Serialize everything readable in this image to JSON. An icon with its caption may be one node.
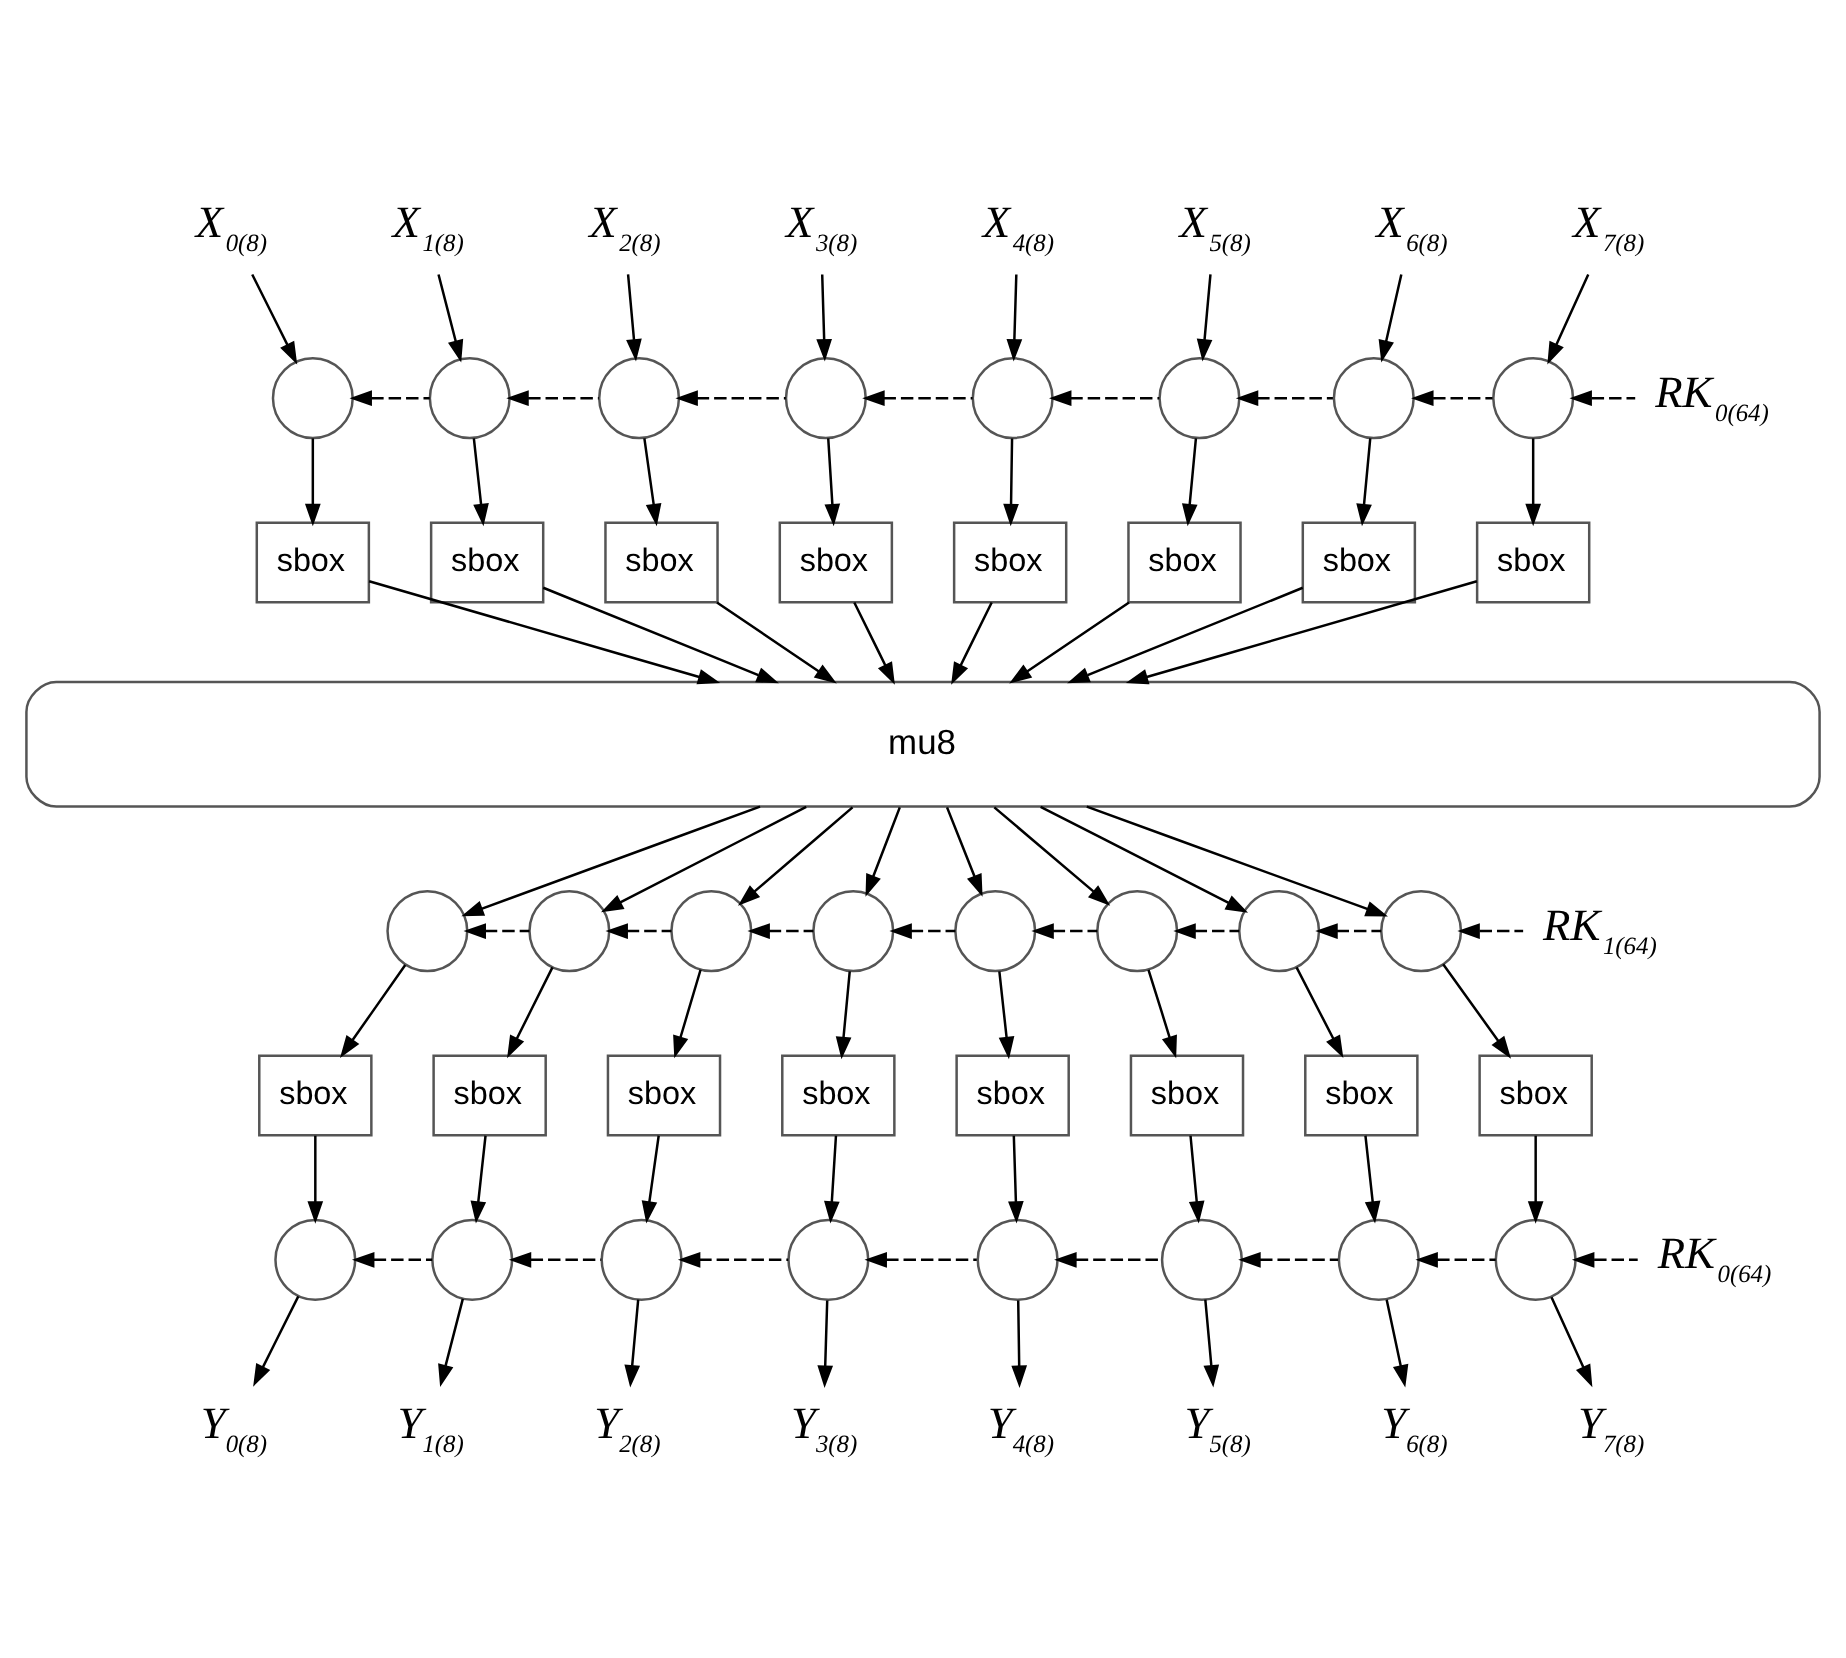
{
  "diagram": {
    "nodes": [
      {
        "text": [
          "X$_{0(8)}$"
        ]
      },
      {
        "text": [
          "X$_{1(8)}$"
        ]
      },
      {
        "text": [
          "X$_{2(8)}$"
        ]
      },
      {
        "text": [
          "X$_{3(8)}$"
        ]
      },
      {
        "text": [
          "X$_{4(8)}$"
        ]
      },
      {
        "text": [
          "X$_{5(8)}$"
        ]
      },
      {
        "text": [
          "X$_{6(8)}$"
        ]
      },
      {
        "text": [
          "X$_{7(8)}$"
        ]
      },
      {
        "text": [],
        "shape": "circle"
      },
      {
        "text": [],
        "shape": "circle"
      },
      {
        "text": [],
        "shape": "circle"
      },
      {
        "text": [],
        "shape": "circle"
      },
      {
        "text": [],
        "shape": "circle"
      },
      {
        "text": [],
        "shape": "circle"
      },
      {
        "text": [],
        "shape": "circle"
      },
      {
        "text": [],
        "shape": "circle"
      },
      {
        "text": [
          "RK$_{0(64)}$"
        ]
      },
      {
        "text": [
          "sbox"
        ]
      },
      {
        "text": [
          "sbox"
        ]
      },
      {
        "text": [
          "sbox"
        ]
      },
      {
        "text": [
          "sbox"
        ]
      },
      {
        "text": [
          "sbox"
        ]
      },
      {
        "text": [
          "sbox"
        ]
      },
      {
        "text": [
          "sbox"
        ]
      },
      {
        "text": [
          "sbox"
        ]
      },
      {
        "text": [
          "mu8"
        ]
      },
      {
        "text": [],
        "shape": "circle"
      },
      {
        "text": [],
        "shape": "circle"
      },
      {
        "text": [],
        "shape": "circle"
      },
      {
        "text": [],
        "shape": "circle"
      },
      {
        "text": [],
        "shape": "circle"
      },
      {
        "text": [],
        "shape": "circle"
      },
      {
        "text": [],
        "shape": "circle"
      },
      {
        "text": [],
        "shape": "circle"
      },
      {
        "text": [
          "RK$_{1(64)}$"
        ]
      },
      {
        "text": [
          "sbox"
        ]
      },
      {
        "text": [
          "sbox"
        ]
      },
      {
        "text": [
          "sbox"
        ]
      },
      {
        "text": [
          "sbox"
        ]
      },
      {
        "text": [
          "sbox"
        ]
      },
      {
        "text": [
          "sbox"
        ]
      },
      {
        "text": [
          "sbox"
        ]
      },
      {
        "text": [
          "sbox"
        ]
      },
      {
        "text": [],
        "shape": "circle"
      },
      {
        "text": [],
        "shape": "circle"
      },
      {
        "text": [],
        "shape": "circle"
      },
      {
        "text": [],
        "shape": "circle"
      },
      {
        "text": [],
        "shape": "circle"
      },
      {
        "text": [],
        "shape": "circle"
      },
      {
        "text": [],
        "shape": "circle"
      },
      {
        "text": [],
        "shape": "circle"
      },
      {
        "text": [
          "RK$_{0(64)}$"
        ]
      },
      {
        "text": [
          "Y$_{0(8)}$"
        ]
      },
      {
        "text": [
          "Y$_{1(8)}$"
        ]
      },
      {
        "text": [
          "Y$_{2(8)}$"
        ]
      },
      {
        "text": [
          "Y$_{3(8)}$"
        ]
      },
      {
        "text": [
          "Y$_{4(8)}$"
        ]
      },
      {
        "text": [
          "Y$_{5(8)}$"
        ]
      },
      {
        "text": [
          "Y$_{6(8)}$"
        ]
      },
      {
        "text": [
          "Y$_{7(8)}$"
        ]
      }
    ],
    "edges": [
      {
        "from": 0,
        "to": 8,
        "arrow": "to"
      },
      {
        "from": 1,
        "to": 9,
        "arrow": "to"
      },
      {
        "from": 2,
        "to": 10,
        "arrow": "to"
      },
      {
        "from": 3,
        "to": 11,
        "arrow": "to"
      },
      {
        "from": 4,
        "to": 12,
        "arrow": "to"
      },
      {
        "from": 5,
        "to": 13,
        "arrow": "to"
      },
      {
        "from": 6,
        "to": 14,
        "arrow": "to"
      },
      {
        "from": 7,
        "to": 15,
        "arrow": "to"
      },
      {
        "from": 16,
        "to": 15,
        "arrow": "to",
        "style": "dashed"
      },
      {
        "from": 15,
        "to": 14,
        "arrow": "to",
        "style": "dashed"
      },
      {
        "from": 14,
        "to": 13,
        "arrow": "to",
        "style": "dashed"
      },
      {
        "from": 13,
        "to": 12,
        "arrow": "to",
        "style": "dashed"
      },
      {
        "from": 12,
        "to": 11,
        "arrow": "to",
        "style": "dashed"
      },
      {
        "from": 11,
        "to": 10,
        "arrow": "to",
        "style": "dashed"
      },
      {
        "from": 10,
        "to": 9,
        "arrow": "to",
        "style": "dashed"
      },
      {
        "from": 9,
        "to": 8,
        "arrow": "to",
        "style": "dashed"
      },
      {
        "from": 8,
        "to": 17,
        "arrow": "to"
      },
      {
        "from": 9,
        "to": 18,
        "arrow": "to"
      },
      {
        "from": 10,
        "to": 19,
        "arrow": "to"
      },
      {
        "from": 11,
        "to": 20,
        "arrow": "to"
      },
      {
        "from": 12,
        "to": 21,
        "arrow": "to"
      },
      {
        "from": 13,
        "to": 22,
        "arrow": "to"
      },
      {
        "from": 14,
        "to": 23,
        "arrow": "to"
      },
      {
        "from": 15,
        "to": 24,
        "arrow": "to"
      },
      {
        "from": 17,
        "to": 25,
        "arrow": "to"
      },
      {
        "from": 18,
        "to": 25,
        "arrow": "to"
      },
      {
        "from": 19,
        "to": 25,
        "arrow": "to"
      },
      {
        "from": 20,
        "to": 25,
        "arrow": "to"
      },
      {
        "from": 21,
        "to": 25,
        "arrow": "to"
      },
      {
        "from": 22,
        "to": 25,
        "arrow": "to"
      },
      {
        "from": 23,
        "to": 25,
        "arrow": "to"
      },
      {
        "from": 24,
        "to": 25,
        "arrow": "to"
      },
      {
        "from": 25,
        "to": 26,
        "arrow": "to"
      },
      {
        "from": 25,
        "to": 27,
        "arrow": "to"
      },
      {
        "from": 25,
        "to": 28,
        "arrow": "to"
      },
      {
        "from": 25,
        "to": 29,
        "arrow": "to"
      },
      {
        "from": 25,
        "to": 30,
        "arrow": "to"
      },
      {
        "from": 25,
        "to": 31,
        "arrow": "to"
      },
      {
        "from": 25,
        "to": 32,
        "arrow": "to"
      },
      {
        "from": 25,
        "to": 33,
        "arrow": "to"
      },
      {
        "from": 34,
        "to": 33,
        "arrow": "to",
        "style": "dashed"
      },
      {
        "from": 33,
        "to": 32,
        "arrow": "to",
        "style": "dashed"
      },
      {
        "from": 32,
        "to": 31,
        "arrow": "to",
        "style": "dashed"
      },
      {
        "from": 31,
        "to": 30,
        "arrow": "to",
        "style": "dashed"
      },
      {
        "from": 30,
        "to": 29,
        "arrow": "to",
        "style": "dashed"
      },
      {
        "from": 29,
        "to": 28,
        "arrow": "to",
        "style": "dashed"
      },
      {
        "from": 28,
        "to": 27,
        "arrow": "to",
        "style": "dashed"
      },
      {
        "from": 27,
        "to": 26,
        "arrow": "to",
        "style": "dashed"
      },
      {
        "from": 26,
        "to": 35,
        "arrow": "to"
      },
      {
        "from": 27,
        "to": 36,
        "arrow": "to"
      },
      {
        "from": 28,
        "to": 37,
        "arrow": "to"
      },
      {
        "from": 29,
        "to": 38,
        "arrow": "to"
      },
      {
        "from": 30,
        "to": 39,
        "arrow": "to"
      },
      {
        "from": 31,
        "to": 40,
        "arrow": "to"
      },
      {
        "from": 32,
        "to": 41,
        "arrow": "to"
      },
      {
        "from": 33,
        "to": 42,
        "arrow": "to"
      },
      {
        "from": 35,
        "to": 43,
        "arrow": "to"
      },
      {
        "from": 36,
        "to": 44,
        "arrow": "to"
      },
      {
        "from": 37,
        "to": 45,
        "arrow": "to"
      },
      {
        "from": 38,
        "to": 46,
        "arrow": "to"
      },
      {
        "from": 39,
        "to": 47,
        "arrow": "to"
      },
      {
        "from": 40,
        "to": 48,
        "arrow": "to"
      },
      {
        "from": 41,
        "to": 49,
        "arrow": "to"
      },
      {
        "from": 42,
        "to": 50,
        "arrow": "to"
      },
      {
        "from": 51,
        "to": 50,
        "arrow": "to",
        "style": "dashed"
      },
      {
        "from": 50,
        "to": 49,
        "arrow": "to",
        "style": "dashed"
      },
      {
        "from": 49,
        "to": 48,
        "arrow": "to",
        "style": "dashed"
      },
      {
        "from": 48,
        "to": 47,
        "arrow": "to",
        "style": "dashed"
      },
      {
        "from": 47,
        "to": 46,
        "arrow": "to",
        "style": "dashed"
      },
      {
        "from": 46,
        "to": 45,
        "arrow": "to",
        "style": "dashed"
      },
      {
        "from": 45,
        "to": 44,
        "arrow": "to",
        "style": "dashed"
      },
      {
        "from": 44,
        "to": 43,
        "arrow": "to",
        "style": "dashed"
      },
      {
        "from": 43,
        "to": 52,
        "arrow": "to"
      },
      {
        "from": 44,
        "to": 53,
        "arrow": "to"
      },
      {
        "from": 45,
        "to": 54,
        "arrow": "to"
      },
      {
        "from": 46,
        "to": 55,
        "arrow": "to"
      },
      {
        "from": 47,
        "to": 56,
        "arrow": "to"
      },
      {
        "from": 48,
        "to": 57,
        "arrow": "to"
      },
      {
        "from": 49,
        "to": 58,
        "arrow": "to"
      },
      {
        "from": 50,
        "to": 59,
        "arrow": "to"
      }
    ]
  }
}
